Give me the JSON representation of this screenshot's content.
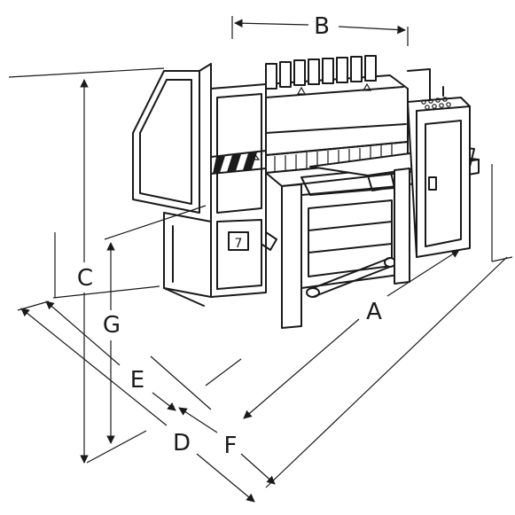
{
  "diagram": {
    "colors": {
      "ink": "#1a1a1a",
      "background": "#ffffff",
      "leader": "#1a1a1a"
    },
    "dimensions": [
      {
        "key": "A",
        "label": "A"
      },
      {
        "key": "B",
        "label": "B"
      },
      {
        "key": "C",
        "label": "C"
      },
      {
        "key": "D",
        "label": "D"
      },
      {
        "key": "E",
        "label": "E"
      },
      {
        "key": "F",
        "label": "F"
      },
      {
        "key": "G",
        "label": "G"
      }
    ],
    "panel_digit": "7",
    "warning_stripe_colors": [
      "#1a1a1a",
      "#ffffff"
    ]
  }
}
